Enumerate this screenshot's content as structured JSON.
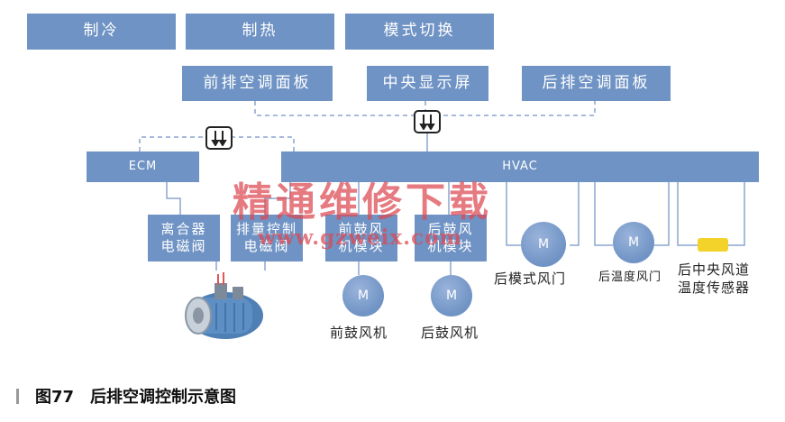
{
  "top_row": {
    "cooling": "制冷",
    "heating": "制热",
    "mode_switch": "模式切换"
  },
  "panels": {
    "front_panel": "前排空调面板",
    "center_display": "中央显示屏",
    "rear_panel": "后排空调面板"
  },
  "controllers": {
    "ecm": "ECM",
    "hvac": "HVAC"
  },
  "modules": {
    "clutch_solenoid": "离合器\n电磁阀",
    "control_solenoid": "排量控制\n电磁阀",
    "front_blower_module": "前鼓风\n机模块",
    "rear_blower_module": "后鼓风\n机模块"
  },
  "motor_symbol": "M",
  "labels": {
    "front_blower": "前鼓风机",
    "rear_blower": "后鼓风机",
    "rear_mode_door": "后模式风门",
    "rear_temp_door": "后温度风门",
    "rear_center_duct_sensor": "后中央风道\n温度传感器"
  },
  "watermark": {
    "site_name": "精通维修下载",
    "url": "www.gzweix.com"
  },
  "caption": {
    "figure_number": "图77",
    "title": "后排空调控制示意图"
  },
  "colors": {
    "box_fill": "#6f93c4",
    "sensor_fill": "#f3d22a",
    "watermark": "#dc4650"
  }
}
